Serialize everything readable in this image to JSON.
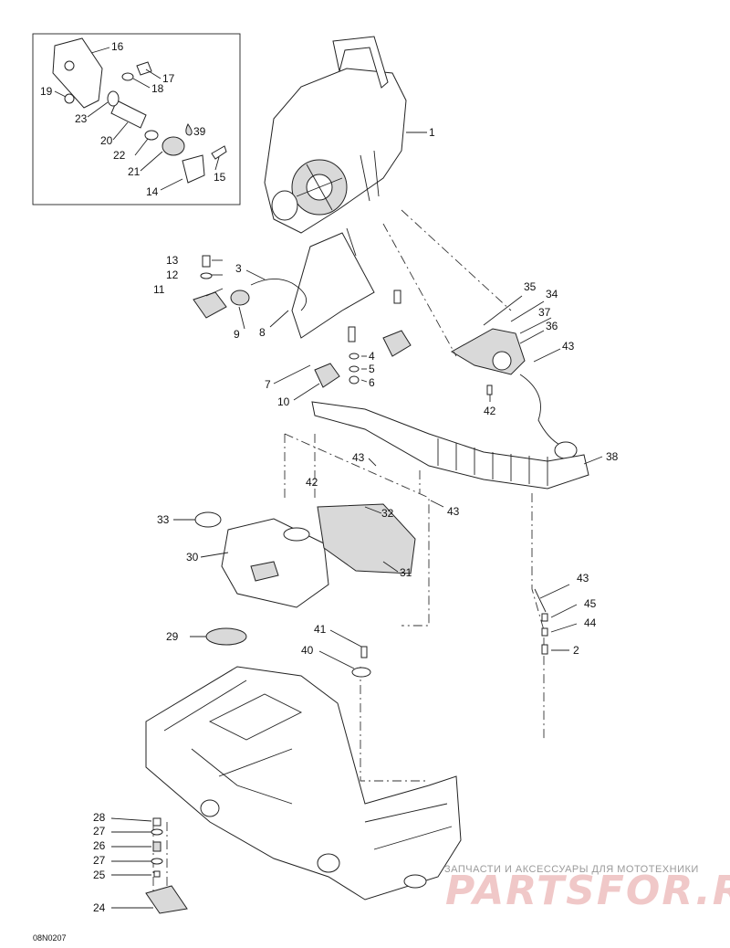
{
  "callouts": {
    "c1": "1",
    "c2": "2",
    "c3": "3",
    "c4": "4",
    "c5": "5",
    "c6": "6",
    "c7": "7",
    "c8": "8",
    "c9": "9",
    "c10": "10",
    "c11": "11",
    "c12": "12",
    "c13": "13",
    "c14": "14",
    "c15": "15",
    "c16": "16",
    "c17": "17",
    "c18": "18",
    "c19": "19",
    "c20": "20",
    "c21": "21",
    "c22": "22",
    "c23": "23",
    "c24": "24",
    "c25": "25",
    "c26": "26",
    "c27a": "27",
    "c27b": "27",
    "c28": "28",
    "c29": "29",
    "c30": "30",
    "c31": "31",
    "c32": "32",
    "c33": "33",
    "c34": "34",
    "c35": "35",
    "c36": "36",
    "c37": "37",
    "c38": "38",
    "c39": "39",
    "c40": "40",
    "c41": "41",
    "c42a": "42",
    "c42b": "42",
    "c43a": "43",
    "c43b": "43",
    "c43c": "43",
    "c43d": "43",
    "c44": "44",
    "c45": "45"
  },
  "watermark": {
    "caption": "ЗАПЧАСТИ И АКСЕССУАРЫ ДЛЯ МОТОТЕХНИКИ",
    "brand": "PARTSFOR.RU",
    "brand_color": "#f0c8c8"
  },
  "drawing_code": "08N0207"
}
